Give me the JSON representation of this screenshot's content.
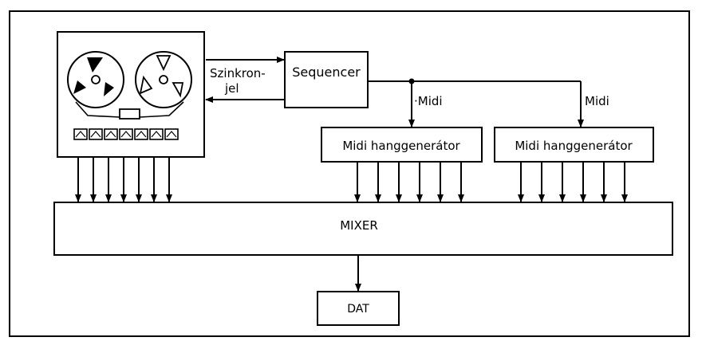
{
  "diagram": {
    "blocks": {
      "sequencer": "Sequencer",
      "midi_generator_1": "Midi hanggenerátor",
      "midi_generator_2": "Midi hanggenerátor",
      "mixer": "MIXER",
      "dat": "DAT"
    },
    "labels": {
      "sync_line1": "Szinkron-",
      "sync_line2": "jel",
      "midi_1": "·Midi",
      "midi_2": "Midi"
    },
    "connection_counts": {
      "tape_to_mixer": 7,
      "generator1_to_mixer": 6,
      "generator2_to_mixer": 6
    },
    "colors": {
      "ink": "#000000",
      "paper": "#ffffff"
    },
    "icons": {
      "tape_machine": "reel-to-reel-tape-recorder-icon"
    }
  }
}
